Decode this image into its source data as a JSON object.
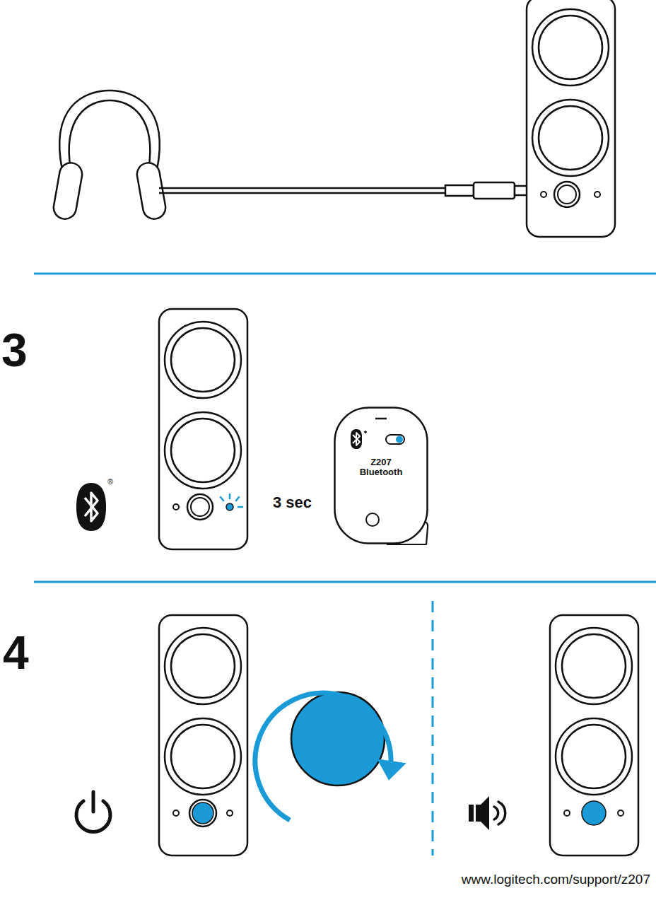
{
  "diagram": {
    "nodes": [
      {
        "text": [
          "Z207 Bluetooth"
        ]
      }
    ],
    "labels": [
      "3",
      "4",
      "®",
      "3 sec",
      "www.logitech.com/support/z207"
    ]
  }
}
